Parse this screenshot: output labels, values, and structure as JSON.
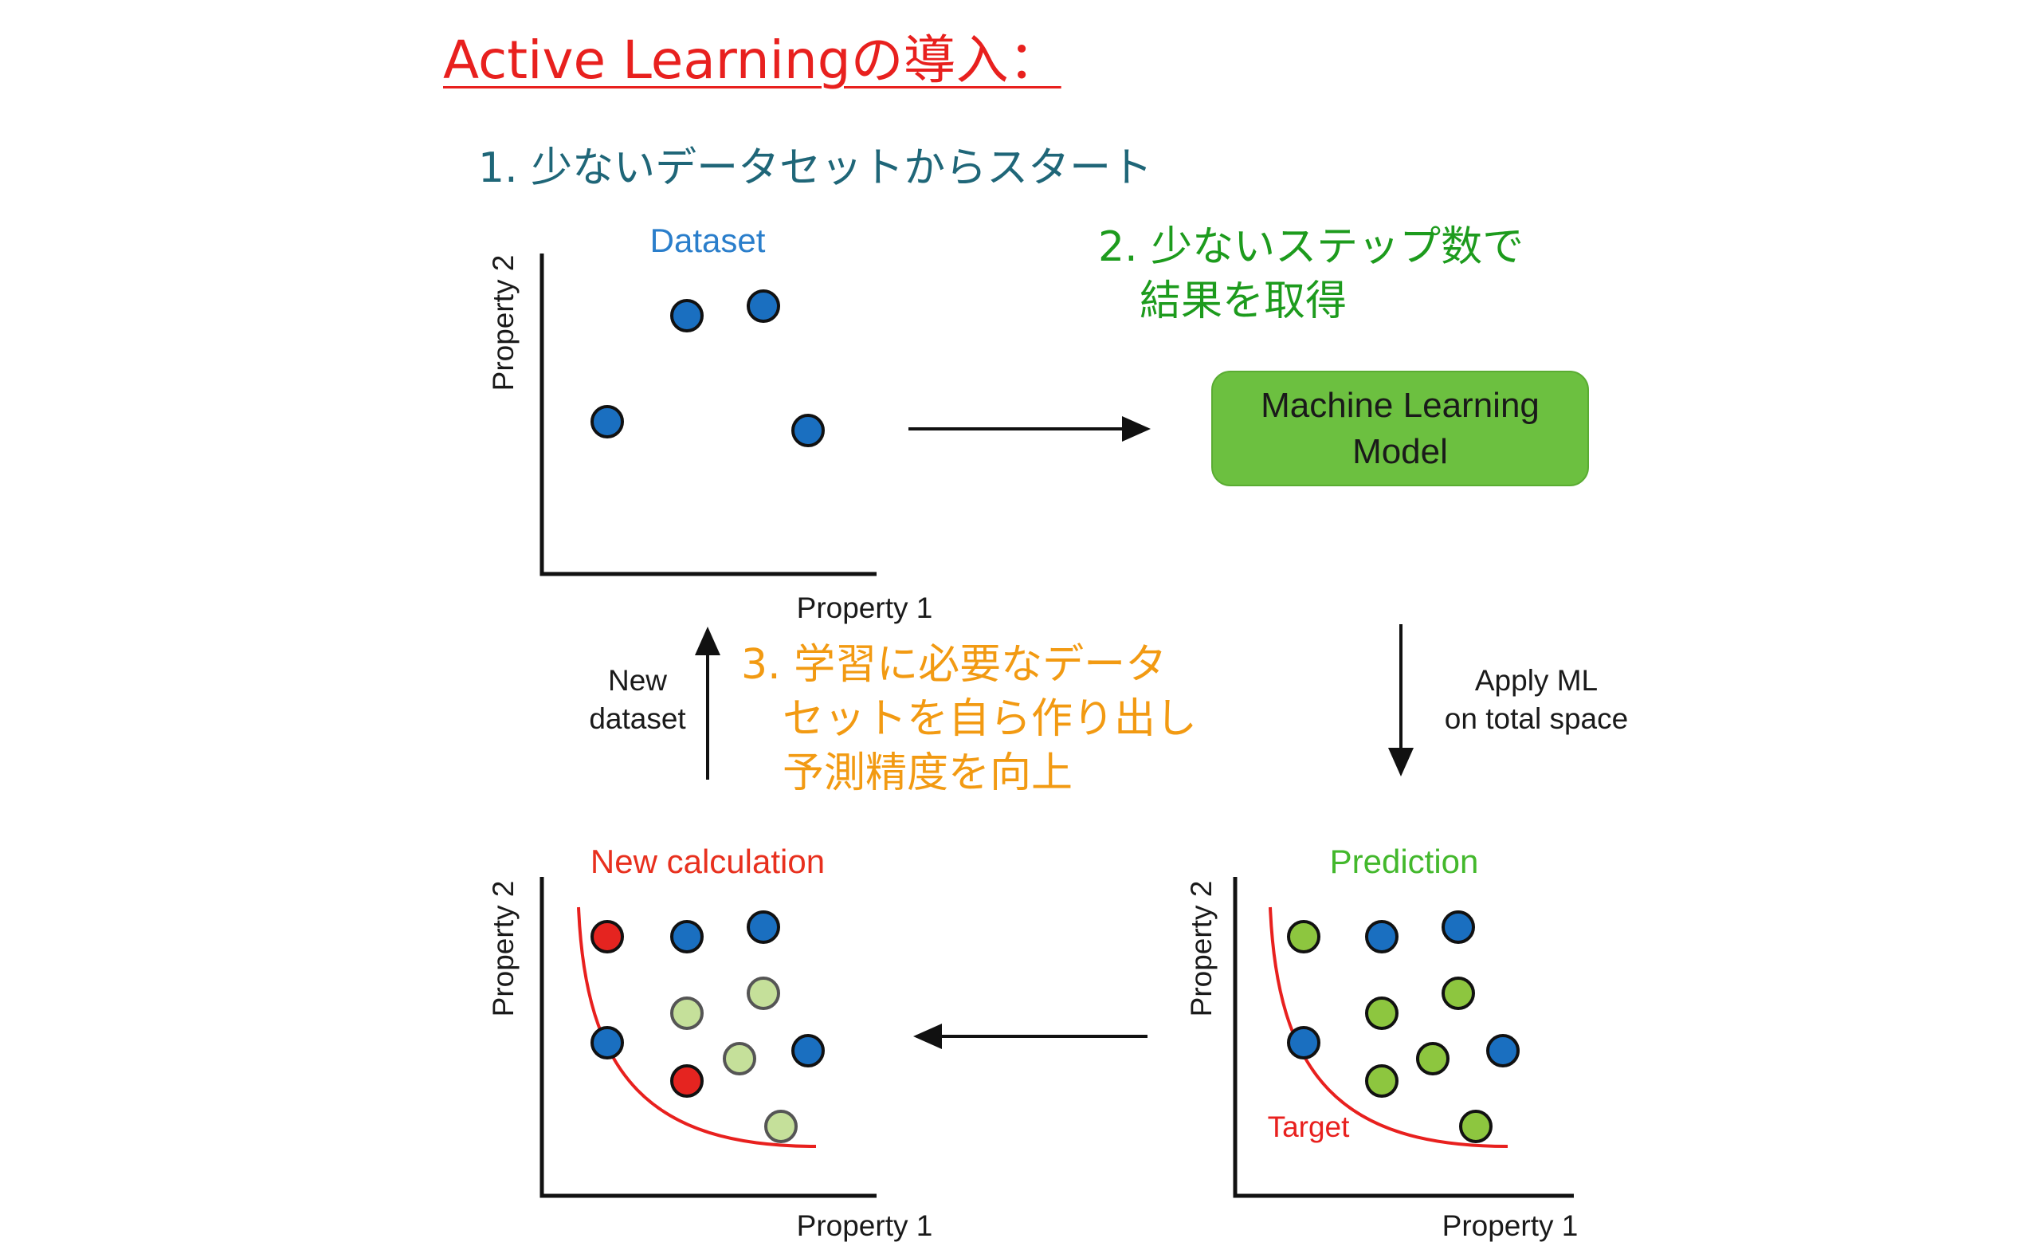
{
  "title": "Active Learningの導入：",
  "step1": "1. 少ないデータセットからスタート",
  "step2": [
    "2. 少ないステップ数で",
    "　結果を取得"
  ],
  "step3": [
    "3. 学習に必要なデータ",
    "　セットを自ら作り出し",
    "　予測精度を向上"
  ],
  "ml_box": "Machine Learning\nModel",
  "edge_new_dataset": "New\ndataset",
  "edge_apply_ml": "Apply ML\non total space",
  "plots": {
    "dataset": {
      "title": "Dataset",
      "xlabel": "Property 1",
      "ylabel": "Property 2"
    },
    "new_calculation": {
      "title": "New calculation",
      "xlabel": "Property 1",
      "ylabel": "Property 2"
    },
    "prediction": {
      "title": "Prediction",
      "xlabel": "Property 1",
      "ylabel": "Property 2",
      "curve_label": "Target"
    }
  },
  "colors": {
    "title": "#e8201e",
    "step1": "#1f6678",
    "step2": "#1d9b1d",
    "step3": "#f29a12",
    "known_point": "#1a6fc0",
    "new_point": "#e52420",
    "candidate_point": "#c5e09a",
    "predicted_point": "#8dc63f",
    "ml_box": "#6cc040",
    "dataset_title": "#2a7ecb",
    "newcalc_title": "#e8301e",
    "prediction_title": "#43b82c",
    "target_curve": "#e8201e"
  }
}
